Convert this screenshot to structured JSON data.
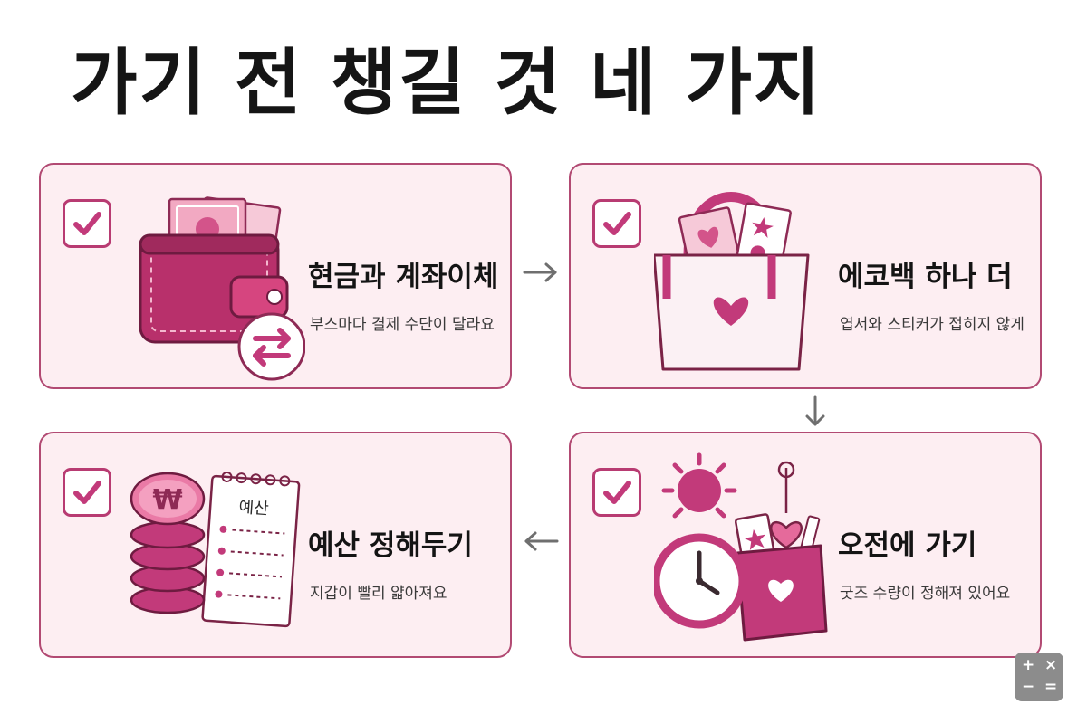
{
  "title": "가기 전 챙길 것 네 가지",
  "cards": [
    {
      "title": "현금과 계좌이체",
      "description": "부스마다 결제 수단이 달라요"
    },
    {
      "title": "에코백 하나 더",
      "description": "엽서와 스티커가 접히지 않게"
    },
    {
      "title": "예산 정해두기",
      "description": "지갑이 빨리 얇아져요"
    },
    {
      "title": "오전에 가기",
      "description": "굿즈 수량이 정해져 있어요"
    }
  ],
  "illustrations": {
    "budget_notepad_label": "예산",
    "coin_symbol": "₩"
  },
  "widget": {
    "symbols": [
      "+",
      "×",
      "−",
      "="
    ]
  },
  "colors": {
    "accent": "#c23a7a",
    "accent_dark": "#8e2a55",
    "card_bg": "#fdeef2",
    "card_border": "#b24a73",
    "arrow": "#6f6f6f"
  },
  "icons": [
    "check-icon",
    "wallet-icon",
    "transfer-icon",
    "tote-bag-icon",
    "coin-stack-icon",
    "notepad-icon",
    "sun-icon",
    "clock-icon",
    "goods-box-icon",
    "arrow-right-icon",
    "arrow-down-icon",
    "arrow-left-icon",
    "calculator-icon"
  ]
}
